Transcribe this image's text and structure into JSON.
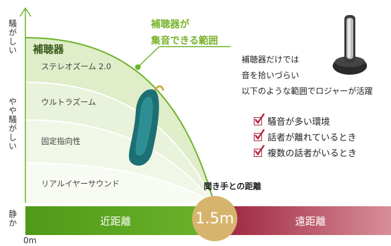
{
  "y_axis": {
    "top_label": "騒がしい",
    "middle_label": "やや騒がしい",
    "bottom_label": "静か"
  },
  "origin_label": "0m",
  "hearing_aid_title": "補聴器",
  "zones": {
    "stereo_zoom": "ステレオズーム 2.0",
    "ultra_zoom": "ウルトラズーム",
    "fixed_directional": "固定指向性",
    "real_ear_sound": "リアルイヤーサウンド"
  },
  "callout": {
    "line1": "補聴器が",
    "line2": "集音できる範囲"
  },
  "right_text": {
    "line1": "補聴器だけでは",
    "line2": "音を拾いづらい",
    "line3": "以下のような範囲でロジャーが活躍"
  },
  "checklist": [
    "騒音が多い環境",
    "話者が離れているとき",
    "複数の話者がいるとき"
  ],
  "distance_axis": {
    "title": "聞き手との距離",
    "near_label": "近距離",
    "threshold_label": "1.5m",
    "far_label": "遠距離"
  },
  "colors": {
    "green_dark": "#5ea21c",
    "green_light": "#e3efcf",
    "red_dark": "#9a1f3a",
    "gold": "#d7b46e",
    "callout_green": "#78b32b"
  },
  "icons": {
    "hearing_aid": "hearing-aid-image",
    "roger_mic": "roger-microphone-image"
  }
}
